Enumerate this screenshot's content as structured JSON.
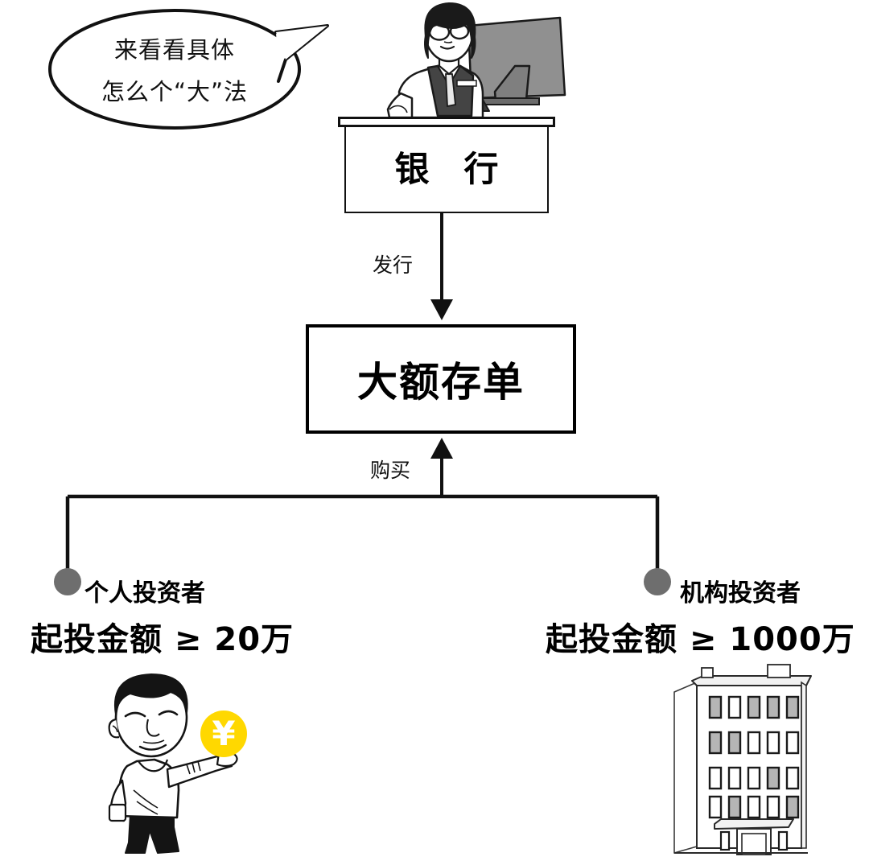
{
  "bubble": {
    "line1": "来看看具体",
    "line2": "怎么个“大”法"
  },
  "bank": {
    "label": "银 行",
    "teller_icon": "bank-teller-illustration",
    "monitor_icon": "computer-monitor-icon"
  },
  "flow": {
    "issue_label": "发行",
    "product_label": "大额存单",
    "buy_label": "购买"
  },
  "investors": [
    {
      "title": "个人投资者",
      "amount": "起投金额 ≥ 20万",
      "icon": "individual-person-illustration",
      "coin_icon": "yen-coin-icon",
      "coin_symbol": "¥"
    },
    {
      "title": "机构投资者",
      "amount": "起投金额 ≥ 1000万",
      "icon": "office-building-illustration"
    }
  ],
  "colors": {
    "line": "#111111",
    "node_dot": "#6e6e6e",
    "coin": "#ffd800",
    "monitor_gray": "#909090",
    "window_gray": "#b5b5b5",
    "background": "#ffffff"
  }
}
